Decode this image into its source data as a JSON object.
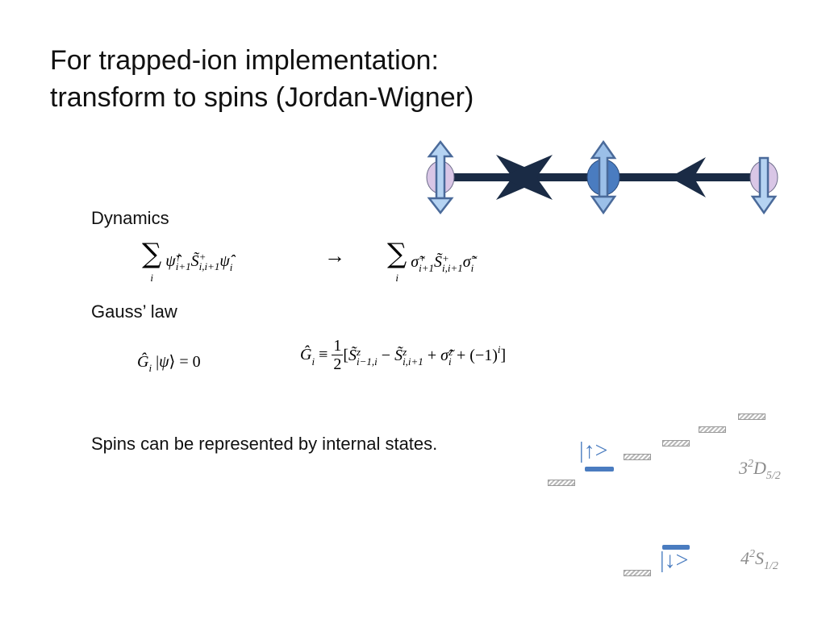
{
  "title": {
    "line1": "For trapped-ion implementation:",
    "line2": "transform to spins (Jordan-Wigner)"
  },
  "sections": {
    "dynamics": "Dynamics",
    "gauss": "Gauss’ law",
    "spins": "Spins can be represented by internal states."
  },
  "equations": {
    "arrow": "→",
    "gauss_lhs": "= 0",
    "gauss_def_lead": "≡",
    "half_num": "1",
    "half_den": "2"
  },
  "levels": {
    "upper_term": {
      "prefix": "3",
      "sup": "2",
      "letter": "D",
      "sub": "5/2"
    },
    "lower_term": {
      "prefix": "4",
      "sup": "2",
      "letter": "S",
      "sub": "1/2"
    },
    "up_ket": "|↑>",
    "down_ket": "|↓>"
  },
  "colors": {
    "chain": "#1a2b45",
    "spin": "#9bbfe8",
    "spin_stroke": "#4a6a9a",
    "ion": "#d9c6e6",
    "accent": "#4a7cc0"
  }
}
